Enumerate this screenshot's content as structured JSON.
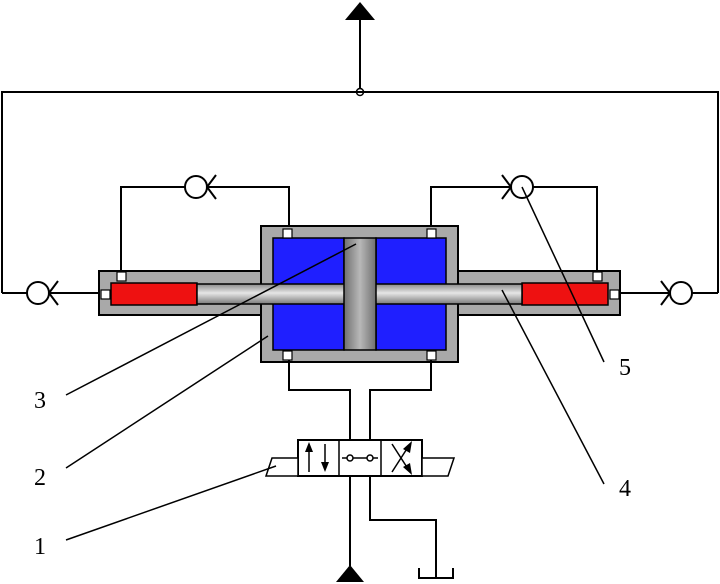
{
  "diagram": {
    "labels": {
      "l1": "1",
      "l2": "2",
      "l3": "3",
      "l4": "4",
      "l5": "5"
    },
    "colors": {
      "housing": "#a9a9a9",
      "cylinder_chamber": "#1f1fff",
      "piston": "#8f8f8f",
      "plunger_chamber": "#ee1111",
      "rod": "#b4b4b4",
      "line": "#000000"
    },
    "icons": [
      "check-valve-icon",
      "directional-valve-icon",
      "arrow-up-icon",
      "tank-icon",
      "pump-icon"
    ]
  }
}
